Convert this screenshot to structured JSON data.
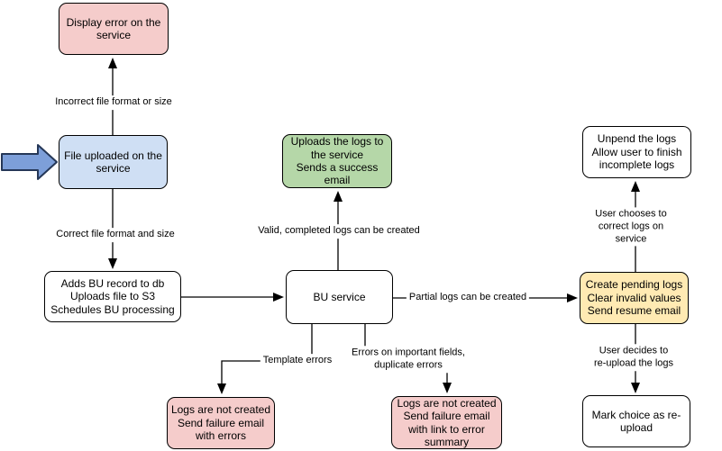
{
  "diagram": {
    "colors": {
      "node_pink": "#f5cccb",
      "node_blue": "#cfdff4",
      "node_green": "#b5d7a8",
      "node_yellow": "#ffeab3",
      "node_white": "#ffffff",
      "node_border": "#000000",
      "edge_stroke": "#000000",
      "entry_arrow_fill": "#7d9fd9",
      "entry_arrow_stroke": "#253757"
    },
    "nodes": {
      "display_error": {
        "label": "Display error on the\nservice"
      },
      "file_uploaded": {
        "label": "File uploaded on the\nservice"
      },
      "adds_bu": {
        "label": "Adds BU record to db\nUploads file to S3\nSchedules BU processing"
      },
      "bu_service": {
        "label": "BU service"
      },
      "uploads_logs": {
        "label": "Uploads the logs to\nthe service\nSends a success\nemail"
      },
      "create_pending": {
        "label": "Create pending logs\nClear invalid values\nSend resume email"
      },
      "unpend": {
        "label": "Unpend the logs\nAllow user to finish\nincomplete logs"
      },
      "mark_choice": {
        "label": "Mark choice as re-\nupload"
      },
      "logs_failure_errors": {
        "label": "Logs are not created\nSend failure email\nwith errors"
      },
      "logs_failure_summary": {
        "label": "Logs are not created\nSend failure email\nwith link to error\nsummary"
      }
    },
    "edge_labels": {
      "incorrect_format": "Incorrect file format or size",
      "correct_format": "Correct file format and size",
      "valid_logs": "Valid, completed logs can be created",
      "partial_logs": "Partial logs can be created",
      "user_chooses": "User chooses to correct logs on service",
      "user_decides": "User decides to re-upload the logs",
      "template_errors": "Template errors",
      "field_errors": "Errors on important fields,\nduplicate errors"
    }
  }
}
